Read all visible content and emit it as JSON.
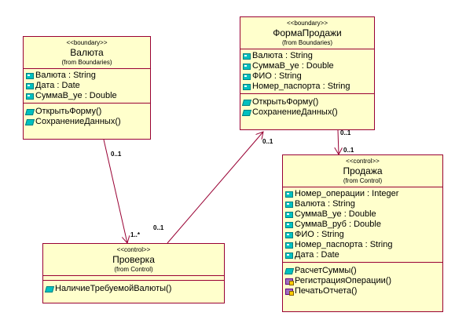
{
  "classes": {
    "valuta": {
      "stereotype": "<<boundary>>",
      "name": "Валюта",
      "from": "(from Boundaries)",
      "attributes": [
        "Валюта : String",
        "Дата : Date",
        "СуммаВ_ye : Double"
      ],
      "operations": [
        "ОткрытьФорму()",
        "СохранениеДанных()"
      ]
    },
    "forma": {
      "stereotype": "<<boundary>>",
      "name": "ФормаПродажи",
      "from": "(from Boundaries)",
      "attributes": [
        "Валюта : String",
        "СуммаВ_ye : Double",
        "ФИО : String",
        "Номер_паспорта : String"
      ],
      "operations": [
        "ОткрытьФорму()",
        "СохранениеДанных()"
      ]
    },
    "proverka": {
      "stereotype": "<<control>>",
      "name": "Проверка",
      "from": "(from Control)",
      "attributes": [],
      "operations": [
        "НаличиеТребуемойВалюты()"
      ]
    },
    "prodazha": {
      "stereotype": "<<control>>",
      "name": "Продажа",
      "from": "(from Control)",
      "attributes": [
        "Номер_операции : Integer",
        "Валюта : String",
        "СуммаВ_ye : Double",
        "СуммаВ_руб : Double",
        "ФИО : String",
        "Номер_паспорта : String",
        "Дата : Date"
      ],
      "operations": [
        "РасчетСуммы()",
        "РегистрацияОперации()",
        "ПечатьОтчета()"
      ]
    }
  },
  "multiplicities": {
    "valuta_src": "0..1",
    "proverka_dst": "1..*",
    "proverka_src": "0..1",
    "forma_dst": "0..1",
    "forma_src": "0..1",
    "prodazha_dst": "0..1"
  },
  "colors": {
    "class_fill": "#ffffcc",
    "class_border": "#990033",
    "line": "#990033"
  }
}
